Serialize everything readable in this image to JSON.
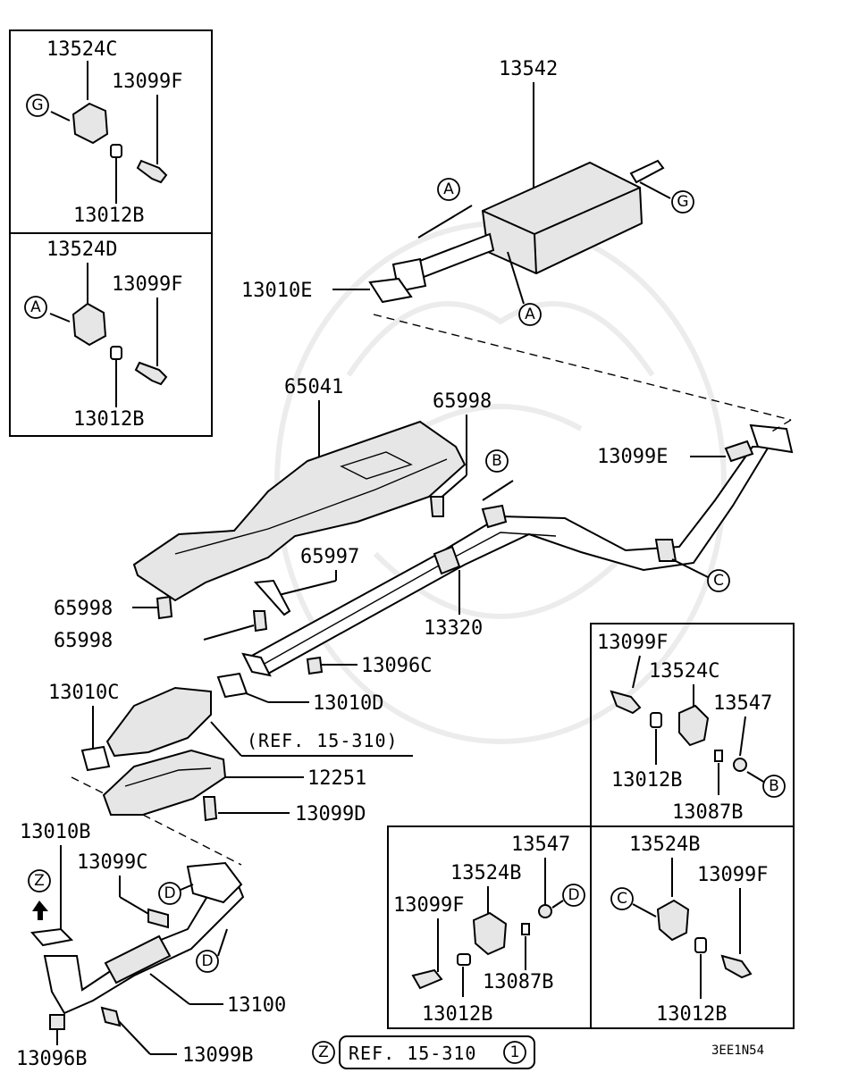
{
  "labels": {
    "p13524C": "13524C",
    "p13099F_g": "13099F",
    "p13012B_g": "13012B",
    "p13524D": "13524D",
    "p13099F_a": "13099F",
    "p13012B_a": "13012B",
    "p13542": "13542",
    "p13010E": "13010E",
    "p65041": "65041",
    "p65998_top": "65998",
    "p13099E": "13099E",
    "p65997": "65997",
    "p65998_left": "65998",
    "p65998_mid": "65998",
    "p13320": "13320",
    "p13096C": "13096C",
    "p13010C": "13010C",
    "p13010D": "13010D",
    "ref_mid": "(REF. 15-310)",
    "p12251": "12251",
    "p13099D": "13099D",
    "p13010B": "13010B",
    "p13099C": "13099C",
    "p13100": "13100",
    "p13096B": "13096B",
    "p13099B": "13099B",
    "ref_bottom": "REF. 15-310",
    "code": "3EE1N54",
    "b_13099F": "13099F",
    "b_13524C": "13524C",
    "b_13547": "13547",
    "b_13012B": "13012B",
    "b_13087B": "13087B",
    "d_13547": "13547",
    "d_13524B": "13524B",
    "d_13099F": "13099F",
    "d_13087B": "13087B",
    "d_13012B": "13012B",
    "c_13524B": "13524B",
    "c_13099F": "13099F",
    "c_13012B": "13012B"
  },
  "markers": {
    "G": "G",
    "A": "A",
    "B": "B",
    "C": "C",
    "D": "D",
    "Z": "Z",
    "one": "1"
  }
}
